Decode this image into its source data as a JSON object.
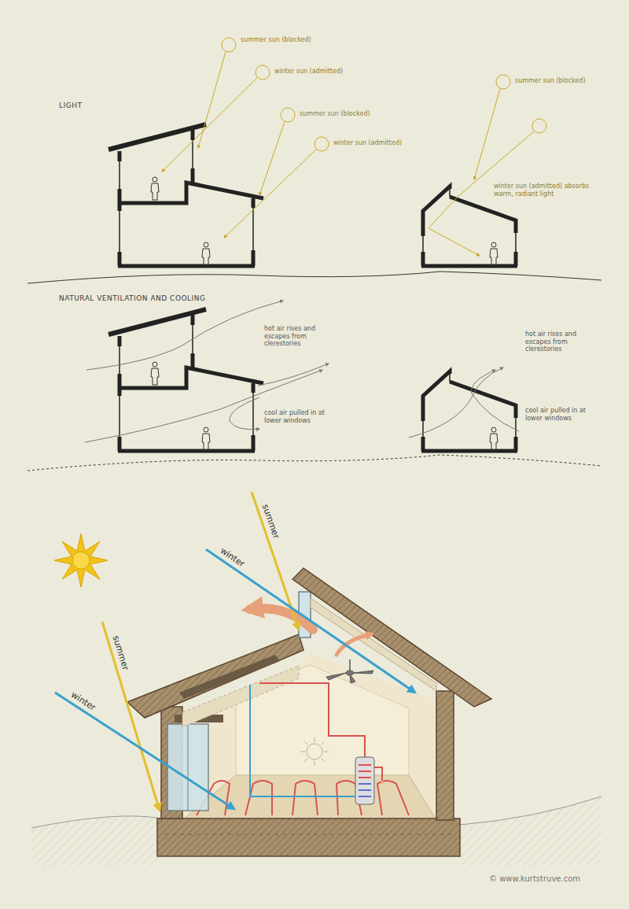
{
  "diagram": {
    "labels": [
      "LIGHT",
      "summer sun (blocked)",
      "winter sun (admitted)",
      "summer sun (blocked)",
      "winter sun (admitted)",
      "summer sun (blocked)",
      "winter sun (admitted) absorbs warm, radiant light",
      "NATURAL VENTILATION AND COOLING",
      "hot air rises and escapes from clerestories",
      "cool air pulled in at lower windows",
      "hot air rises and escapes from clerestories",
      "cool air pulled in at lower windows",
      "summer",
      "winter",
      "summer",
      "winter",
      "© www.kurtstruve.com"
    ]
  }
}
